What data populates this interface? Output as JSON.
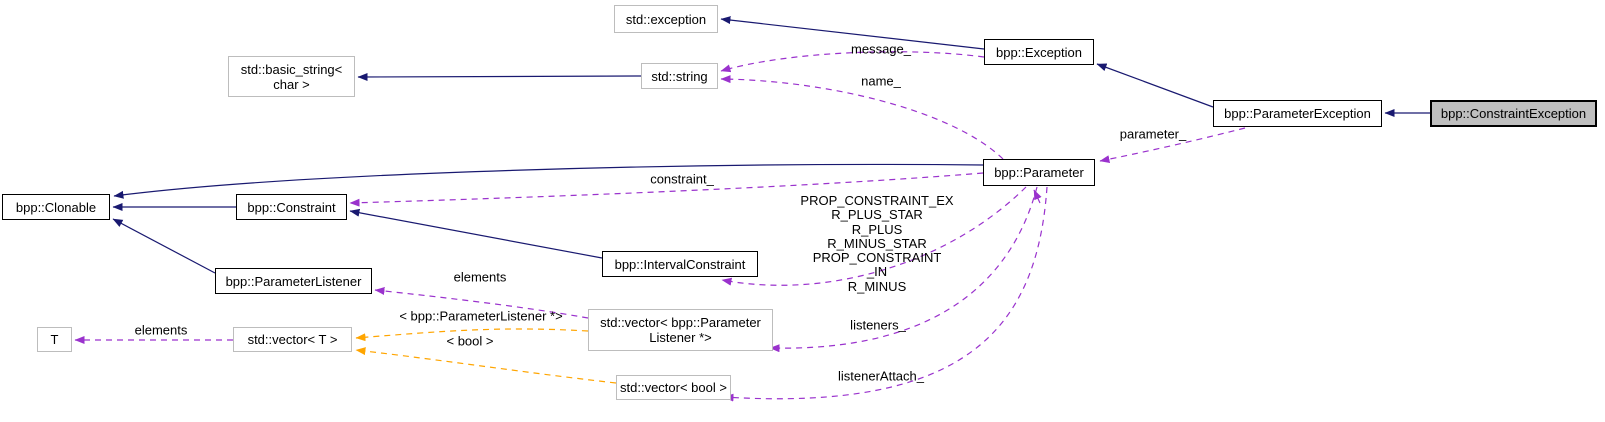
{
  "nodes": {
    "std_exception": {
      "label": "std::exception"
    },
    "basic_string": {
      "line1": "std::basic_string<",
      "line2": "char >"
    },
    "std_string": {
      "label": "std::string"
    },
    "exception": {
      "label": "bpp::Exception"
    },
    "parameter_exception": {
      "label": "bpp::ParameterException"
    },
    "constraint_exception": {
      "label": "bpp::ConstraintException"
    },
    "parameter": {
      "label": "bpp::Parameter"
    },
    "clonable": {
      "label": "bpp::Clonable"
    },
    "constraint": {
      "label": "bpp::Constraint"
    },
    "interval_constraint": {
      "label": "bpp::IntervalConstraint"
    },
    "parameter_listener": {
      "label": "bpp::ParameterListener"
    },
    "vector_parameter_listener": {
      "line1": "std::vector< bpp::Parameter",
      "line2": "Listener *>"
    },
    "vector_bool": {
      "label": "std::vector< bool >"
    },
    "t": {
      "label": "T"
    },
    "vector_t": {
      "label": "std::vector< T >"
    }
  },
  "edge_labels": {
    "message": "message_",
    "name": "name_",
    "parameter": "parameter_",
    "constraint": "constraint_",
    "prop": [
      "PROP_CONSTRAINT_EX",
      "R_PLUS_STAR",
      "R_PLUS",
      "R_MINUS_STAR",
      "PROP_CONSTRAINT",
      "_IN",
      "R_MINUS"
    ],
    "listeners": "listeners_",
    "listener_attach": "listenerAttach_",
    "elements_listener": "elements",
    "elements_t": "elements",
    "tmpl_parameter_listener": "< bpp::ParameterListener *>",
    "tmpl_bool": "< bool >"
  },
  "colors": {
    "inheritance_edge": "#191970",
    "usage_edge": "#9a32cd",
    "template_edge": "#ffa500",
    "node_border_external": "#bdbdbd",
    "node_border_internal": "#000000",
    "current_node_fill": "#bfbfbf",
    "background": "#ffffff"
  }
}
